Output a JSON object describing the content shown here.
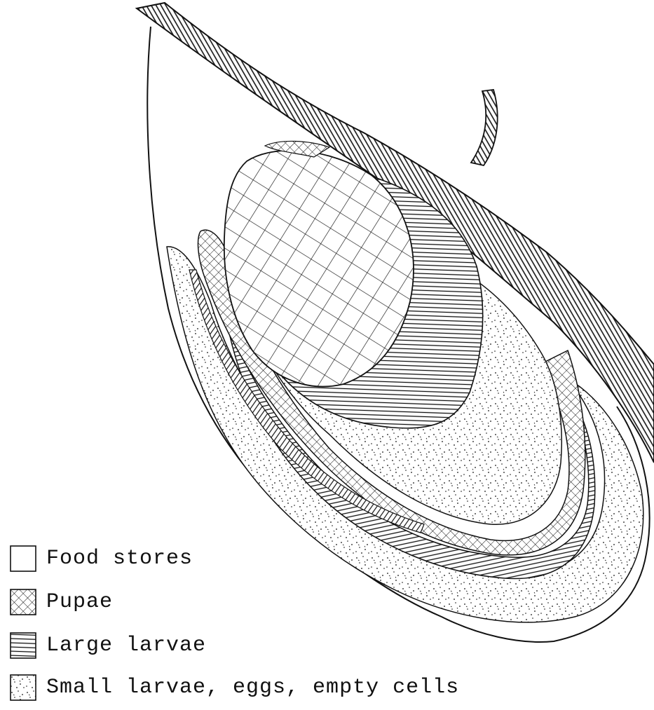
{
  "legend": {
    "items": [
      {
        "key": "food",
        "label": "Food stores",
        "pattern": "blank"
      },
      {
        "key": "pupae",
        "label": "Pupae",
        "pattern": "crosshatch"
      },
      {
        "key": "large",
        "label": "Large larvae",
        "pattern": "horizontal-lines"
      },
      {
        "key": "small",
        "label": "Small larvae, eggs, empty cells",
        "pattern": "stipple"
      }
    ]
  },
  "colors": {
    "ink": "#111111",
    "paper": "#ffffff"
  }
}
